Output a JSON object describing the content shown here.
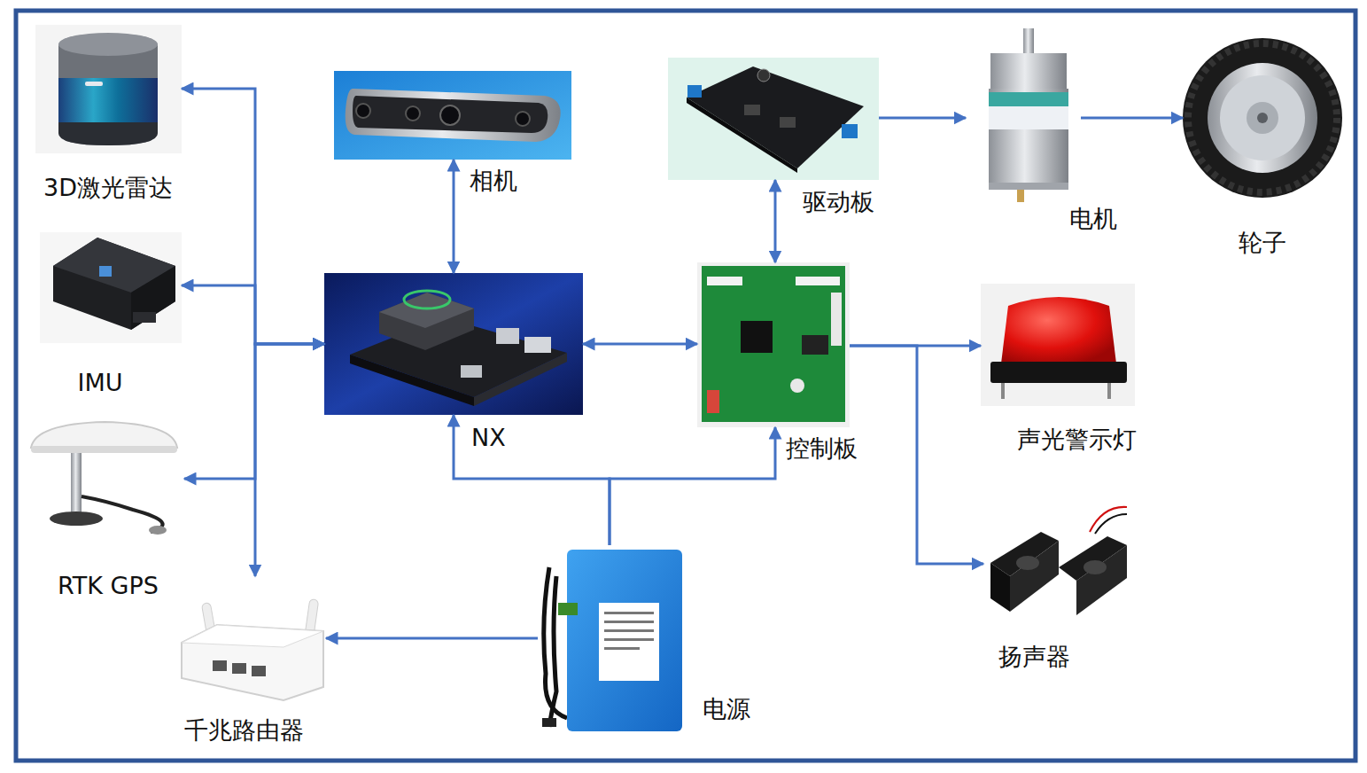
{
  "diagram": {
    "nodes": [
      {
        "text": [
          "3D激光雷达"
        ]
      },
      {
        "text": [
          "IMU"
        ]
      },
      {
        "text": [
          "RTK GPS"
        ]
      },
      {
        "text": [
          "千兆路由器"
        ]
      },
      {
        "text": [
          "相机"
        ]
      },
      {
        "text": [
          "NX"
        ]
      },
      {
        "text": [
          "驱动板"
        ]
      },
      {
        "text": [
          "控制板"
        ]
      },
      {
        "text": [
          "电机"
        ]
      },
      {
        "text": [
          "轮子"
        ]
      },
      {
        "text": [
          "声光警示灯"
        ]
      },
      {
        "text": [
          "扬声器"
        ]
      },
      {
        "text": [
          "电源"
        ]
      }
    ],
    "edges": [
      {
        "from": 5,
        "to": 0,
        "arrow": "both"
      },
      {
        "from": 5,
        "to": 1,
        "arrow": "both"
      },
      {
        "from": 5,
        "to": 2,
        "arrow": "both"
      },
      {
        "from": 5,
        "to": 3,
        "arrow": "both"
      },
      {
        "from": 4,
        "to": 5,
        "arrow": "both"
      },
      {
        "from": 5,
        "to": 7,
        "arrow": "both"
      },
      {
        "from": 7,
        "to": 6,
        "arrow": "both"
      },
      {
        "from": 6,
        "to": 8,
        "arrow": "to"
      },
      {
        "from": 8,
        "to": 9,
        "arrow": "to"
      },
      {
        "from": 7,
        "to": 10,
        "arrow": "to"
      },
      {
        "from": 7,
        "to": 11,
        "arrow": "to"
      },
      {
        "from": 12,
        "to": 5,
        "arrow": "to"
      },
      {
        "from": 12,
        "to": 7,
        "arrow": "to"
      },
      {
        "from": 12,
        "to": 3,
        "arrow": "to"
      }
    ]
  }
}
